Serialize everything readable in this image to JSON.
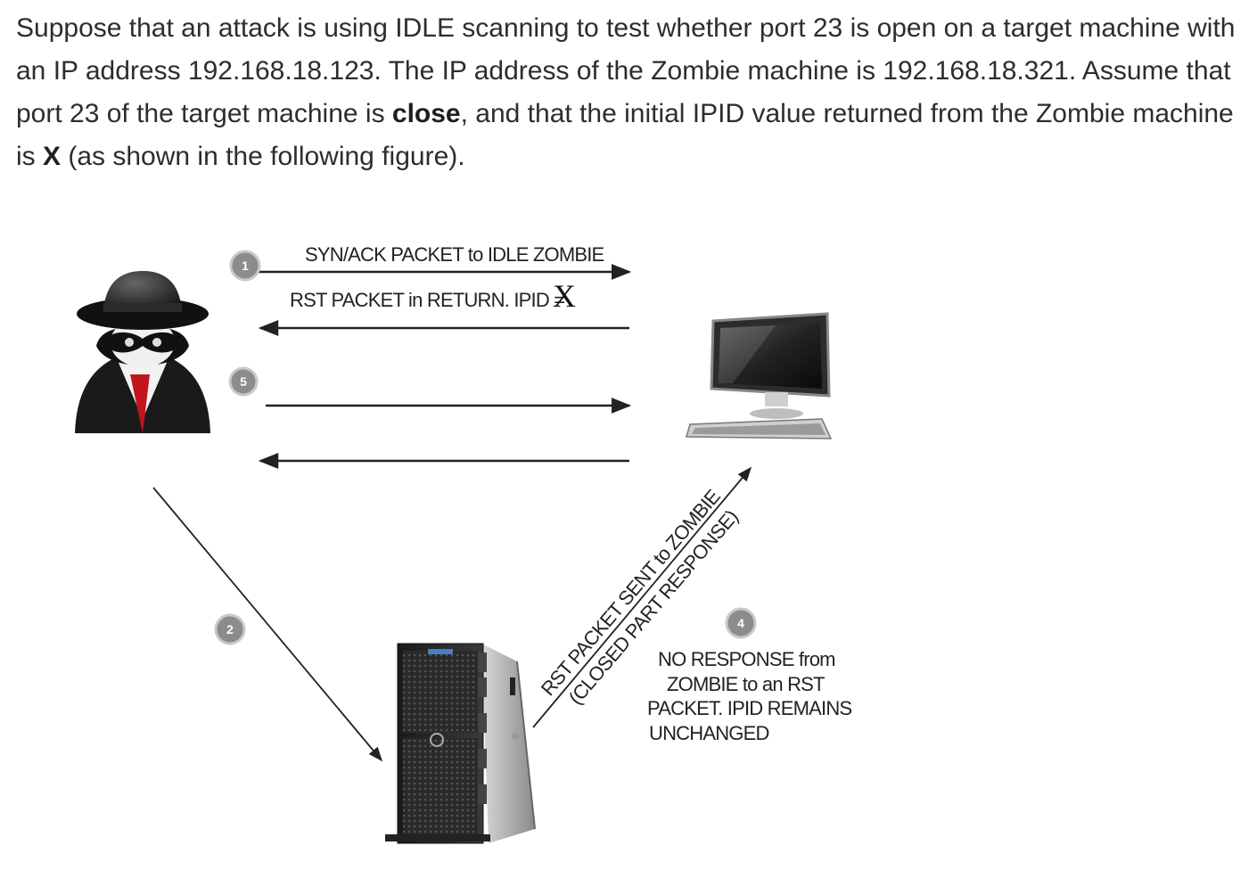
{
  "question": {
    "part1": "Suppose that an attack is using IDLE scanning to test whether port 23 is open on a target machine with an IP address 192.168.18.123. The IP address of the Zombie machine is 192.168.18.321. Assume that port 23 of the target machine is ",
    "close_word": "close",
    "part2": ", and that the initial IPID value returned from the Zombie machine is ",
    "x_word": "X",
    "part3": " (as shown in the following figure)."
  },
  "diagram": {
    "step1": "1",
    "step2": "2",
    "step4": "4",
    "step5": "5",
    "syn_ack_label": "SYN/ACK PACKET to IDLE ZOMBIE",
    "rst_return_label": "RST PACKET in RETURN. IPID =",
    "ipid_value": "X",
    "rst_sent_label": "RST PACKET SENT to ZOMBIE",
    "closed_port_label": "(CLOSED PART RESPONSE)",
    "no_response_lines": [
      "NO RESPONSE from",
      "ZOMBIE to an RST",
      "PACKET. IPID REMAINS",
      "UNCHANGED"
    ]
  }
}
